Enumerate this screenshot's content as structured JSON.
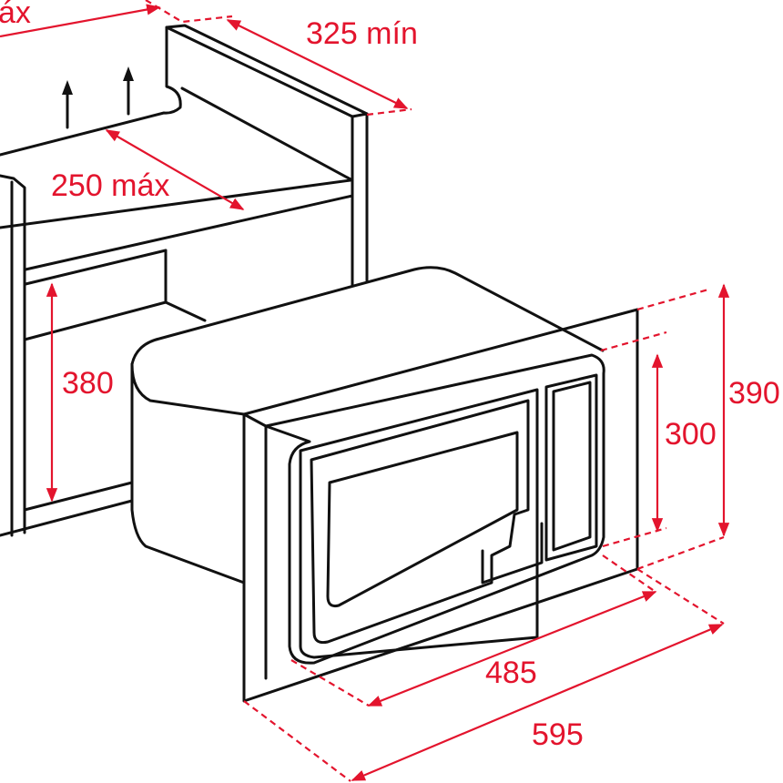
{
  "colors": {
    "dimension": "#e3142d",
    "outline": "#111111"
  },
  "labels": {
    "top_left_cut": "áx",
    "depth_min": "325 mín",
    "shelf_max": "250 máx",
    "cabinet_height": "380",
    "microwave_height": "300",
    "frame_height": "390",
    "microwave_width": "485",
    "frame_width": "595"
  }
}
